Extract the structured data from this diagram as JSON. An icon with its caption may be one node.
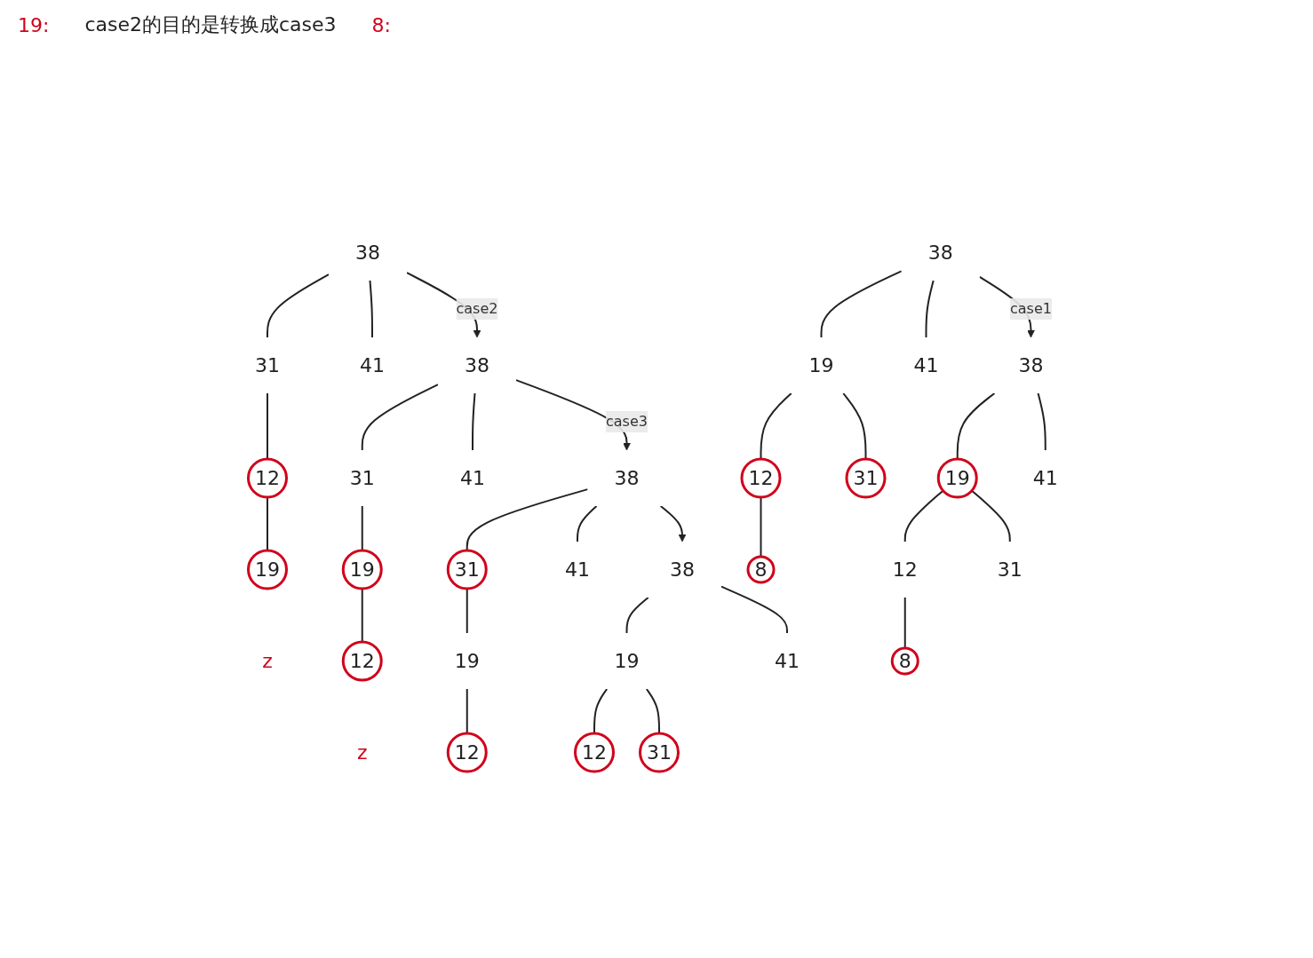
{
  "diagram": {
    "nodes": [
      {
        "text": [
          "38"
        ]
      },
      {
        "text": [
          "31"
        ]
      },
      {
        "text": [
          "41"
        ]
      },
      {
        "text": [
          "12"
        ]
      },
      {
        "text": [
          "19"
        ],
        "beside": [
          "z"
        ]
      },
      {
        "text": [
          "38"
        ]
      },
      {
        "text": [
          "31"
        ]
      },
      {
        "text": [
          "41"
        ]
      },
      {
        "text": [
          "19"
        ]
      },
      {
        "text": [
          "12"
        ],
        "beside": [
          "z"
        ]
      },
      {
        "text": [
          "38"
        ]
      },
      {
        "text": [
          "31"
        ]
      },
      {
        "text": [
          "41"
        ]
      },
      {
        "text": [
          "19"
        ]
      },
      {
        "text": [
          "12"
        ]
      },
      {
        "text": [
          "38"
        ]
      },
      {
        "text": [
          "19"
        ]
      },
      {
        "text": [
          "41"
        ]
      },
      {
        "text": [
          "12"
        ]
      },
      {
        "text": [
          "31"
        ]
      },
      {
        "text": [
          "38"
        ]
      },
      {
        "text": [
          "19"
        ]
      },
      {
        "text": [
          "41"
        ]
      },
      {
        "text": [
          "12"
        ]
      },
      {
        "text": [
          "31"
        ]
      },
      {
        "text": [
          "8"
        ]
      },
      {
        "text": [
          "38"
        ]
      },
      {
        "text": [
          "19"
        ]
      },
      {
        "text": [
          "41"
        ]
      },
      {
        "text": [
          "12"
        ]
      },
      {
        "text": [
          "31"
        ]
      },
      {
        "text": [
          "8"
        ]
      }
    ],
    "edges": [
      {
        "from": 0,
        "to": 1,
        "arrow": "none"
      },
      {
        "from": 0,
        "to": 2,
        "arrow": "none"
      },
      {
        "from": 1,
        "to": 3,
        "arrow": "none"
      },
      {
        "from": 3,
        "to": 4,
        "arrow": "none"
      },
      {
        "from": 0,
        "to": 5,
        "arrow": "to",
        "label": "case2"
      },
      {
        "from": 5,
        "to": 6,
        "arrow": "none"
      },
      {
        "from": 5,
        "to": 7,
        "arrow": "none"
      },
      {
        "from": 6,
        "to": 8,
        "arrow": "none"
      },
      {
        "from": 8,
        "to": 9,
        "arrow": "none"
      },
      {
        "from": 5,
        "to": 10,
        "arrow": "to",
        "label": "case3"
      },
      {
        "from": 10,
        "to": 11,
        "arrow": "none"
      },
      {
        "from": 10,
        "to": 12,
        "arrow": "none"
      },
      {
        "from": 11,
        "to": 13,
        "arrow": "none"
      },
      {
        "from": 13,
        "to": 14,
        "arrow": "none"
      },
      {
        "from": 10,
        "to": 15,
        "arrow": "to"
      },
      {
        "from": 15,
        "to": 16,
        "arrow": "none"
      },
      {
        "from": 15,
        "to": 17,
        "arrow": "none"
      },
      {
        "from": 16,
        "to": 18,
        "arrow": "none"
      },
      {
        "from": 16,
        "to": 19,
        "arrow": "none"
      },
      {
        "from": 20,
        "to": 21,
        "arrow": "none"
      },
      {
        "from": 20,
        "to": 22,
        "arrow": "none"
      },
      {
        "from": 21,
        "to": 23,
        "arrow": "none"
      },
      {
        "from": 21,
        "to": 24,
        "arrow": "none"
      },
      {
        "from": 23,
        "to": 25,
        "arrow": "none"
      },
      {
        "from": 20,
        "to": 26,
        "arrow": "to",
        "label": "case1"
      },
      {
        "from": 26,
        "to": 27,
        "arrow": "none"
      },
      {
        "from": 26,
        "to": 28,
        "arrow": "none"
      },
      {
        "from": 27,
        "to": 29,
        "arrow": "none"
      },
      {
        "from": 27,
        "to": 30,
        "arrow": "none"
      },
      {
        "from": 29,
        "to": 31,
        "arrow": "none"
      }
    ],
    "labels": [
      "19:",
      "case2的目的是转换成case3",
      "8:"
    ]
  }
}
